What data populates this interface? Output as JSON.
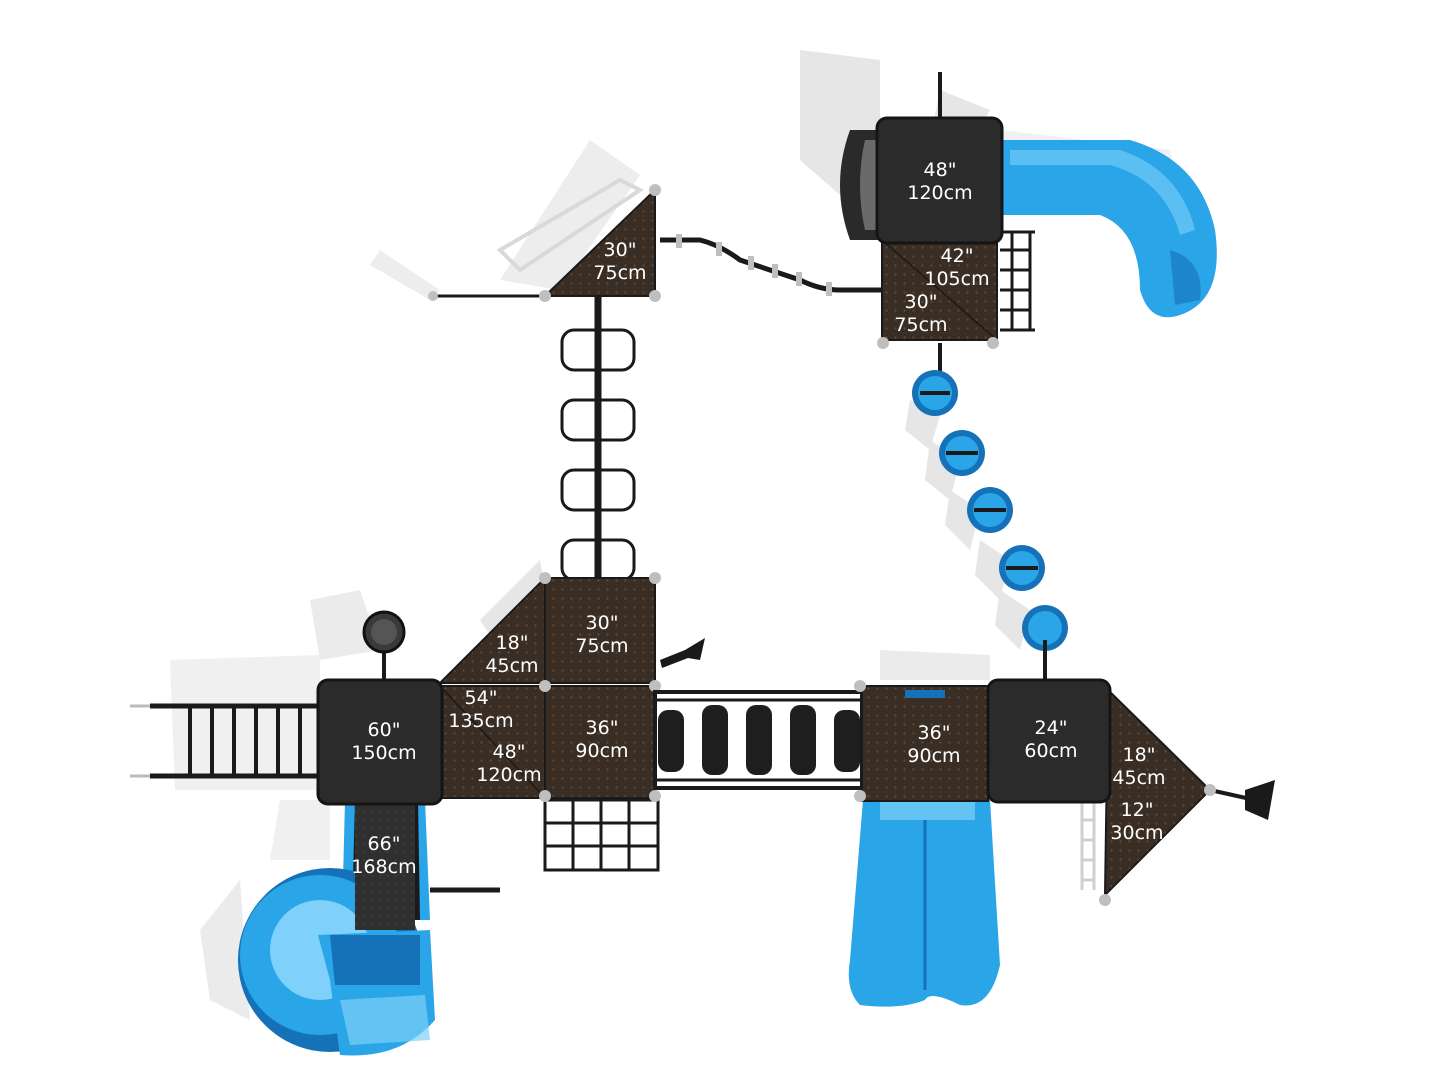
{
  "colors": {
    "deck": "#2b2b2b",
    "deck_edge": "#151515",
    "brown": "#3a2e24",
    "brown_dark": "#2a1f16",
    "slide": "#2aa5e8",
    "slide_light": "#7fd0fa",
    "slide_dark": "#1572b8",
    "metal": "#1a1a1a",
    "post": "#bfbfbf",
    "shadow": "#e6e6e6",
    "label_text": "#ffffff"
  },
  "labels": {
    "roof_top_right": [
      "48\"",
      "120cm"
    ],
    "tri_top_left": [
      "30\"",
      "75cm"
    ],
    "deck_upper_right_a": [
      "42\"",
      "105cm"
    ],
    "deck_upper_right_b": [
      "30\"",
      "75cm"
    ],
    "tri_mid": [
      "18\"",
      "45cm"
    ],
    "deck_center_top": [
      "30\"",
      "75cm"
    ],
    "deck_left_a": [
      "54\"",
      "135cm"
    ],
    "deck_left_b": [
      "48\"",
      "120cm"
    ],
    "roof_left": [
      "60\"",
      "150cm"
    ],
    "deck_center": [
      "36\"",
      "90cm"
    ],
    "deck_right_center": [
      "36\"",
      "90cm"
    ],
    "roof_right": [
      "24\"",
      "60cm"
    ],
    "tri_right_a": [
      "18\"",
      "45cm"
    ],
    "tri_right_b": [
      "12\"",
      "30cm"
    ],
    "slide_left": [
      "66\"",
      "168cm"
    ]
  }
}
